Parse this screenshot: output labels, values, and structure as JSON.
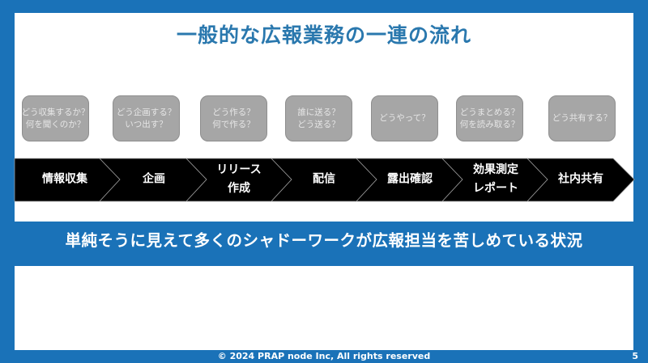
{
  "title": "一般的な広報業務の一連の流れ",
  "questions": [
    "どう収集するか？\n何を聞くのか？",
    "どう企画する？\nいつ出す？",
    "どう作る？\n何で作る？",
    "誰に送る？\nどう送る？",
    "どうやって？",
    "どうまとめる？\n何を読み取る？",
    "どう共有する？"
  ],
  "steps": [
    "情報収集",
    "企画",
    "リリース\n作成",
    "配信",
    "露出確認",
    "効果測定\nレポート",
    "社内共有"
  ],
  "banner": "単純そうに見えて多くのシャドーワークが広報担当を苦しめている状況",
  "footer": "© 2024 PRAP node Inc, All rights reserved",
  "page_number": "5",
  "colors": {
    "brand_blue": "#1a72b8",
    "title_blue": "#2a78ae",
    "step_fill": "#000000",
    "question_fill": "#a6a6a6"
  }
}
